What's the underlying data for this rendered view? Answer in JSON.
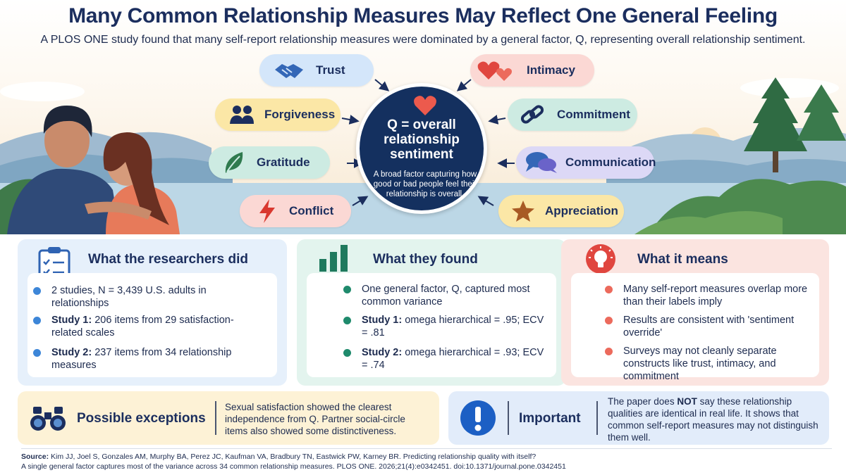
{
  "header": {
    "title": "Many Common Relationship Measures May Reflect One General Feeling",
    "subtitle": "A PLOS ONE study found that many self-report relationship measures were dominated by a general factor, Q, representing overall relationship sentiment."
  },
  "center": {
    "title": "Q = overall relationship sentiment",
    "description": "A broad factor capturing how good or bad people feel their relationship is overall."
  },
  "measures": {
    "trust": "Trust",
    "intimacy": "Intimacy",
    "forgiveness": "Forgiveness",
    "commitment": "Commitment",
    "gratitude": "Gratitude",
    "communication": "Communication",
    "conflict": "Conflict",
    "appreciation": "Appreciation"
  },
  "did": {
    "title": "What the researchers did",
    "b1": "2 studies, N = 3,439 U.S. adults in relationships",
    "b2_label": "Study 1:",
    "b2": " 206 items from 29 satisfaction-related scales",
    "b3_label": "Study 2:",
    "b3": " 237 items from 34 relationship measures"
  },
  "found": {
    "title": "What they found",
    "b1": "One general factor, Q, captured most common variance",
    "b2_label": "Study 1:",
    "b2": " omega hierarchical = .95; ECV = .81",
    "b3_label": "Study 2:",
    "b3": " omega hierarchical = .93; ECV = .74"
  },
  "means": {
    "title": "What it means",
    "b1": "Many self-report measures overlap more than their labels imply",
    "b2": "Results are consistent with 'sentiment override'",
    "b3": "Surveys may not cleanly separate constructs like trust, intimacy, and commitment"
  },
  "exceptions": {
    "title": "Possible exceptions",
    "text": "Sexual satisfaction showed the clearest independence from Q. Partner social-circle items also showed some distinctiveness."
  },
  "important": {
    "title": "Important",
    "text_pre": "The paper does ",
    "text_bold": "NOT",
    "text_post": " say these relationship qualities are identical in real life. It shows that common self-report measures may not distinguish them well."
  },
  "source": {
    "label": "Source:",
    "line1": " Kim JJ, Joel S, Gonzales AM, Murphy BA, Perez JC, Kaufman VA, Bradbury TN, Eastwick PW, Karney BR. Predicting relationship quality with itself?",
    "line2": "A single general factor captures most of the variance across 34 common relationship measures. PLOS ONE. 2026;21(4):e0342451. doi:10.1371/journal.pone.0342451"
  },
  "colors": {
    "navy": "#14305f",
    "blue_panel": "#e6f0fb",
    "green_panel": "#e3f4ee",
    "red_panel": "#fbe4e0",
    "yellow_panel": "#fdf2d6",
    "blue_dot": "#3d86d8",
    "green_dot": "#1f8a6c",
    "red_dot": "#ec6a5c"
  }
}
